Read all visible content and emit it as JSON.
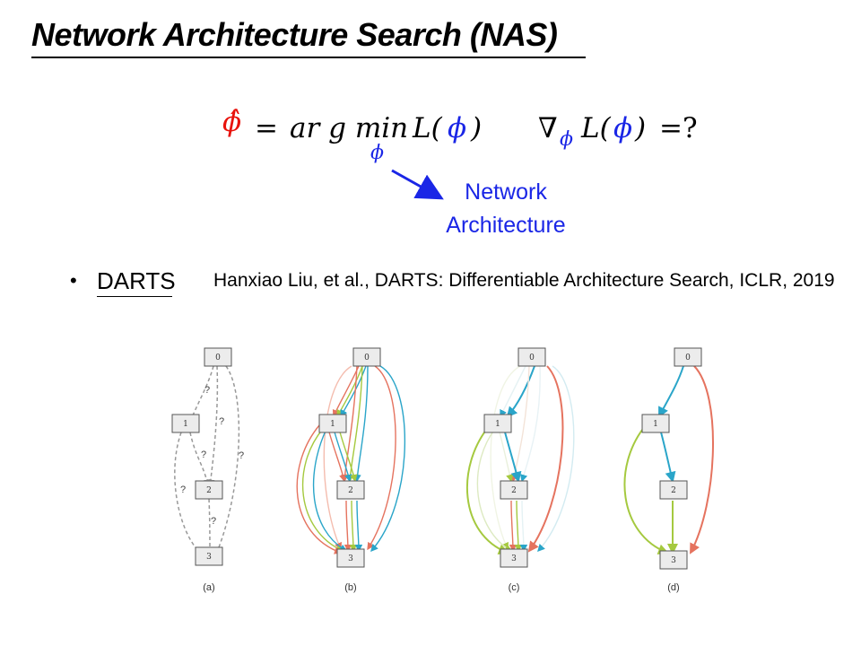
{
  "title": "Network Architecture Search (NAS)",
  "formula": {
    "phi_hat": "ϕ̂",
    "equals": "=",
    "argmin": "ar g min",
    "loss_open": "L(",
    "phi": "ϕ",
    "loss_close": ")",
    "grad_symbol": "∇",
    "grad_sub": "ϕ",
    "grad_equals": "=?",
    "argmin_sub": "ϕ"
  },
  "annotation": {
    "line1": "Network",
    "line2": "Architecture"
  },
  "bullet": {
    "marker": "•",
    "label": "DARTS",
    "citation": "Hanxiao Liu, et al., DARTS: Differentiable Architecture Search, ICLR, 2019"
  },
  "colors": {
    "red": "#e8120c",
    "blue": "#1a26e6",
    "edge_red": "#e5735f",
    "edge_blue": "#2aa5c9",
    "edge_green": "#a5c93f",
    "edge_gray": "#999999"
  },
  "diagram": {
    "panels": [
      {
        "caption": "(a)",
        "nodes": [
          "0",
          "1",
          "2",
          "3"
        ],
        "question_mark": "?"
      },
      {
        "caption": "(b)",
        "nodes": [
          "0",
          "1",
          "2",
          "3"
        ]
      },
      {
        "caption": "(c)",
        "nodes": [
          "0",
          "1",
          "2",
          "3"
        ]
      },
      {
        "caption": "(d)",
        "nodes": [
          "0",
          "1",
          "2",
          "3"
        ]
      }
    ]
  }
}
